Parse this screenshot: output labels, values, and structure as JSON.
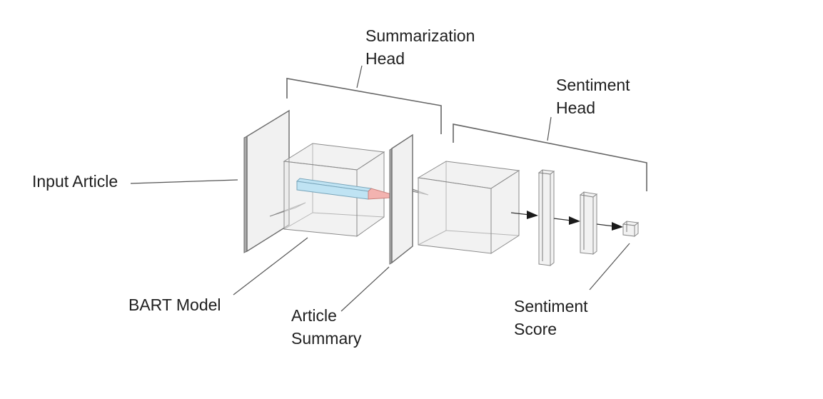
{
  "labels": {
    "summarization_head": [
      "Summarization",
      "Head"
    ],
    "sentiment_head": [
      "Sentiment",
      "Head"
    ],
    "input_article": "Input Article",
    "bart_model": "BART Model",
    "article_summary": [
      "Article",
      "Summary"
    ],
    "sentiment_score": [
      "Sentiment",
      "Score"
    ]
  },
  "colors": {
    "pencil_body": "#bfe3f3",
    "pencil_tip": "#f3b3b0",
    "arrow": "#1a1a1a"
  }
}
